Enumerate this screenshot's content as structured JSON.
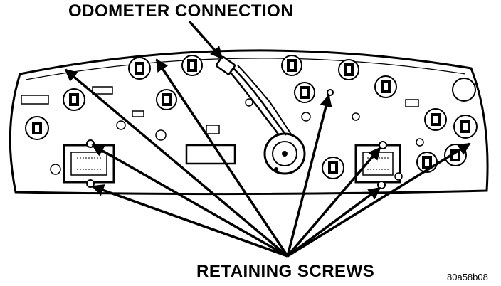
{
  "labels": {
    "odometer_connection": "ODOMETER CONNECTION",
    "retaining_screws": "RETAINING SCREWS"
  },
  "figure_id": "80a58b08",
  "colors": {
    "ink": "#000000",
    "background": "#ffffff"
  }
}
